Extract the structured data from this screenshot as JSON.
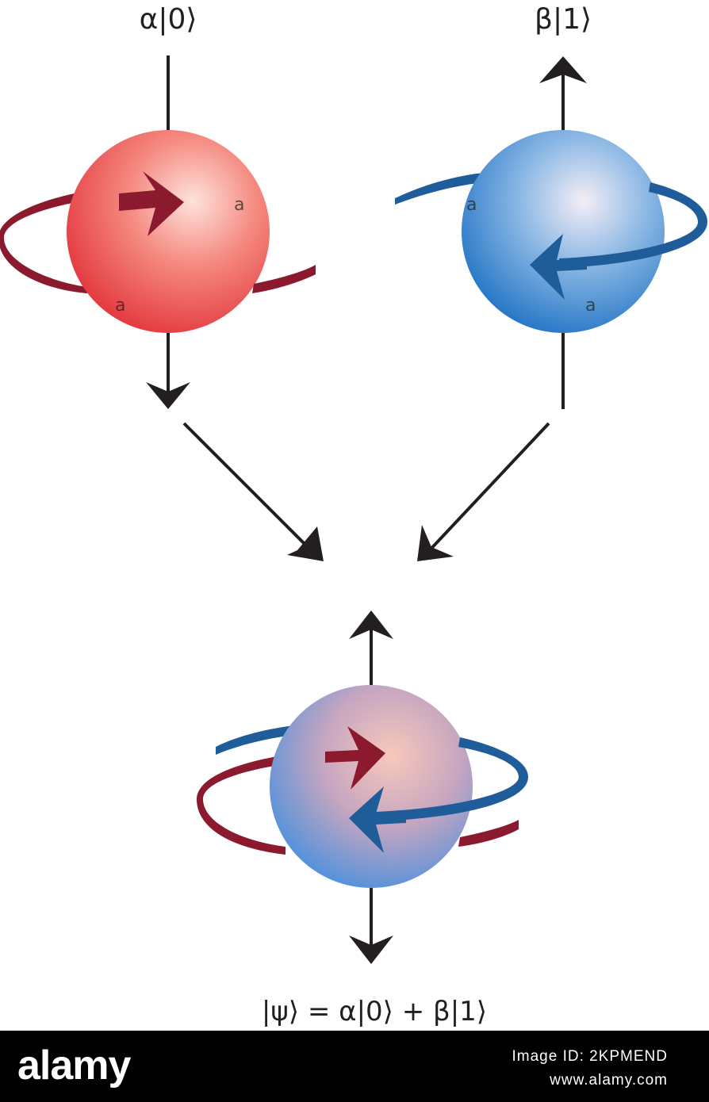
{
  "diagram": {
    "label_spin_down": "α|0⟩",
    "label_spin_up": "β|1⟩",
    "label_superposition": "|ψ⟩ = α|0⟩ + β|1⟩",
    "watermark_glyph": "a"
  },
  "colors": {
    "red_sphere": "#e8474b",
    "blue_sphere": "#2f7fcc",
    "dark_red_ribbon": "#8b1a2f",
    "dark_blue_ribbon": "#1f5d9a",
    "arrow": "#231f20"
  },
  "footer": {
    "brand": "alamy",
    "image_id": "Image ID: 2KPMEND",
    "site": "www.alamy.com"
  }
}
